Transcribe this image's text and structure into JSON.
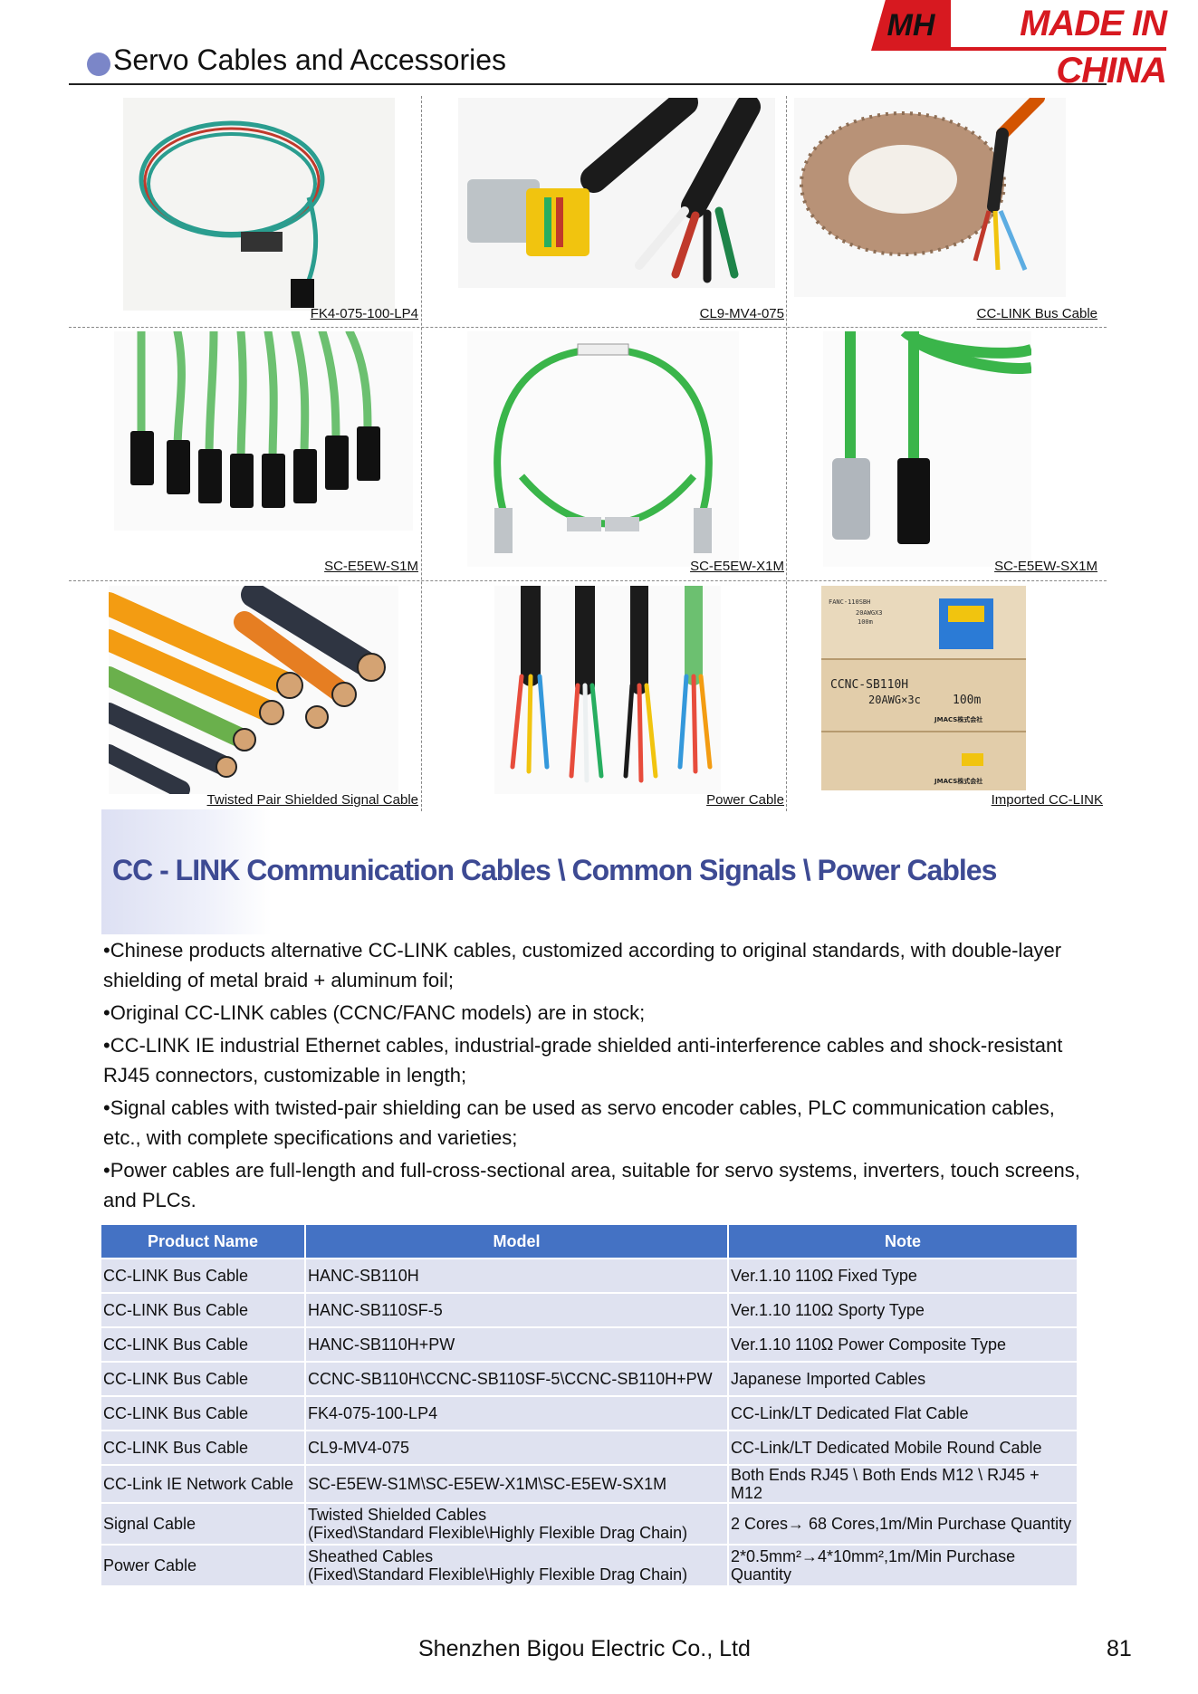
{
  "brand": {
    "mark": "MH",
    "slogan": "MADE IN CHINA",
    "accent_color": "#d71920"
  },
  "header": {
    "title": "Servo Cables and Accessories",
    "bullet_color": "#7b86c8"
  },
  "products": [
    {
      "caption": "FK4-075-100-LP4",
      "icon": "flat-ribbon-cable-image"
    },
    {
      "caption": "CL9-MV4-075",
      "icon": "round-cable-connector-image"
    },
    {
      "caption": "CC-LINK Bus Cable",
      "icon": "cable-coil-image"
    },
    {
      "caption": "SC-E5EW-S1M",
      "icon": "rj45-green-cables-image"
    },
    {
      "caption": "SC-E5EW-X1M",
      "icon": "m12-green-cable-loop-image"
    },
    {
      "caption": "SC-E5EW-SX1M",
      "icon": "m12-rj45-cable-image"
    },
    {
      "caption": "Twisted Pair Shielded Signal Cable",
      "icon": "cable-bundle-cross-section-image"
    },
    {
      "caption": "Power Cable",
      "icon": "stripped-wire-cables-image"
    },
    {
      "caption": "Imported CC-LINK",
      "icon": "cable-box-packaging-image"
    }
  ],
  "box_label": {
    "line1": "CCNC-SB110H",
    "line2": "20AWG×3c",
    "line3": "100m",
    "maker": "JMACS株式会社",
    "top_label": "FANC-110SBH",
    "top_small": "20AWGX3",
    "top_len": "100m"
  },
  "section": {
    "title": "CC - LINK Communication Cables \\ Common Signals \\ Power Cables",
    "title_color": "#3d4a93"
  },
  "bullets": [
    "•Chinese products alternative CC-LINK cables, customized according to original standards, with double-layer shielding of metal braid + aluminum foil;",
    "•Original CC-LINK cables (CCNC/FANC models) are in stock;",
    "•CC-LINK IE industrial Ethernet cables, industrial-grade shielded anti-interference cables and shock-resistant RJ45 connectors, customizable in length;",
    "•Signal cables with twisted-pair shielding can be used as servo encoder cables, PLC communication cables, etc., with complete specifications and varieties;",
    "•Power cables are full-length and full-cross-sectional area, suitable for servo systems, inverters, touch screens, and PLCs."
  ],
  "table": {
    "header_color": "#4472c4",
    "row_color": "#dfe2f0",
    "columns": [
      "Product Name",
      "Model",
      "Note"
    ],
    "rows": [
      {
        "name": "CC-LINK Bus Cable",
        "model": "HANC-SB110H",
        "model2": "",
        "note": "Ver.1.10 110Ω Fixed Type"
      },
      {
        "name": "CC-LINK Bus Cable",
        "model": "HANC-SB110SF-5",
        "model2": "",
        "note": "Ver.1.10 110Ω Sporty Type"
      },
      {
        "name": "CC-LINK Bus Cable",
        "model": "HANC-SB110H+PW",
        "model2": "",
        "note": "Ver.1.10 110Ω Power Composite Type"
      },
      {
        "name": "CC-LINK Bus Cable",
        "model": "CCNC-SB110H\\CCNC-SB110SF-5\\CCNC-SB110H+PW",
        "model2": "",
        "note": "Japanese Imported Cables"
      },
      {
        "name": "CC-LINK Bus Cable",
        "model": "FK4-075-100-LP4",
        "model2": "",
        "note": "CC-Link/LT Dedicated Flat Cable"
      },
      {
        "name": "CC-LINK Bus Cable",
        "model": "CL9-MV4-075",
        "model2": "",
        "note": "CC-Link/LT Dedicated Mobile Round Cable"
      },
      {
        "name": "CC-Link IE Network Cable",
        "model": "SC-E5EW-S1M\\SC-E5EW-X1M\\SC-E5EW-SX1M",
        "model2": "",
        "note": "Both Ends RJ45 \\ Both Ends M12 \\ RJ45 + M12"
      },
      {
        "name": "Signal Cable",
        "model": "Twisted Shielded Cables",
        "model2": "(Fixed\\Standard Flexible\\Highly Flexible Drag Chain)",
        "note": "2 Cores→ 68 Cores,1m/Min Purchase Quantity"
      },
      {
        "name": "Power Cable",
        "model": "Sheathed Cables",
        "model2": "(Fixed\\Standard Flexible\\Highly Flexible Drag Chain)",
        "note": "2*0.5mm²→4*10mm²,1m/Min Purchase Quantity"
      }
    ]
  },
  "footer": {
    "company": "Shenzhen Bigou Electric Co., Ltd",
    "page": "81"
  }
}
